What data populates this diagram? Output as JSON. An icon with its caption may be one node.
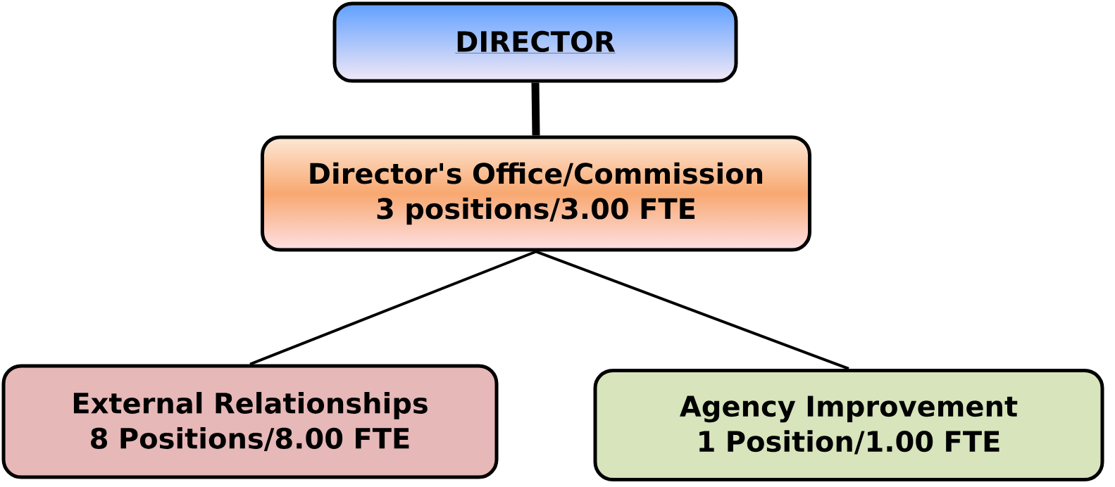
{
  "diagram": {
    "nodes": [
      {
        "text": [
          "DIRECTOR"
        ]
      },
      {
        "text": [
          "Director's Office/Commission",
          "3 positions/3.00 FTE"
        ]
      },
      {
        "text": [
          "External Relationships",
          "8 Positions/8.00 FTE"
        ]
      },
      {
        "text": [
          "Agency Improvement",
          "1 Position/1.00 FTE"
        ]
      }
    ],
    "edges": [
      {
        "from": 0,
        "to": 1,
        "arrow": "none",
        "style": "thick"
      },
      {
        "from": 1,
        "to": 2,
        "arrow": "none"
      },
      {
        "from": 1,
        "to": 3,
        "arrow": "none"
      }
    ]
  }
}
